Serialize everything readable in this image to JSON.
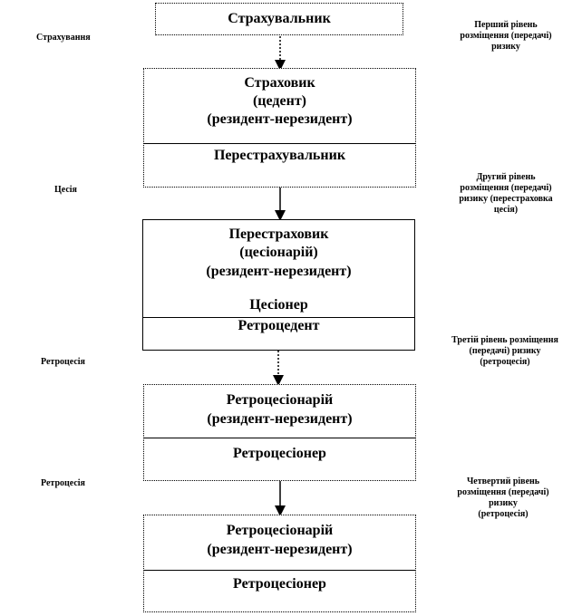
{
  "boxes": {
    "insured": {
      "title": "Страхувальник"
    },
    "insurer": {
      "lines": [
        "Страховик",
        "(цедент)",
        "(резидент-нерезидент)"
      ],
      "bottom": "Перестрахувальник"
    },
    "reinsurer": {
      "lines": [
        "Перестраховик",
        "(цесіонарій)",
        "(резидент-нерезидент)"
      ],
      "cessioner": "Цесіонер",
      "bottom": "Ретроцедент"
    },
    "retro1": {
      "lines": [
        "Ретроцесіонарій",
        "(резидент-нерезидент)"
      ],
      "bottom": "Ретроцесіонер"
    },
    "retro2": {
      "lines": [
        "Ретроцесіонарій",
        "(резидент-нерезидент)"
      ],
      "bottom": "Ретроцесіонер"
    }
  },
  "left_labels": {
    "insurance": "Страхування",
    "cession": "Цесія",
    "retrocession1": "Ретроцесія",
    "retrocession2": "Ретроцесія"
  },
  "right_notes": {
    "level1": [
      "Перший рівень",
      "розміщення (передачі)",
      "ризику"
    ],
    "level2": [
      "Другий рівень",
      "розміщення (передачі)",
      "ризику (перестраховка",
      "цесія)"
    ],
    "level3": [
      "Третій рівень розміщення",
      "(передачі) ризику",
      "(ретроцесія)"
    ],
    "level4": [
      "Четвертий рівень",
      "розміщення (передачі)",
      "ризику",
      "(ретроцесія)"
    ]
  }
}
